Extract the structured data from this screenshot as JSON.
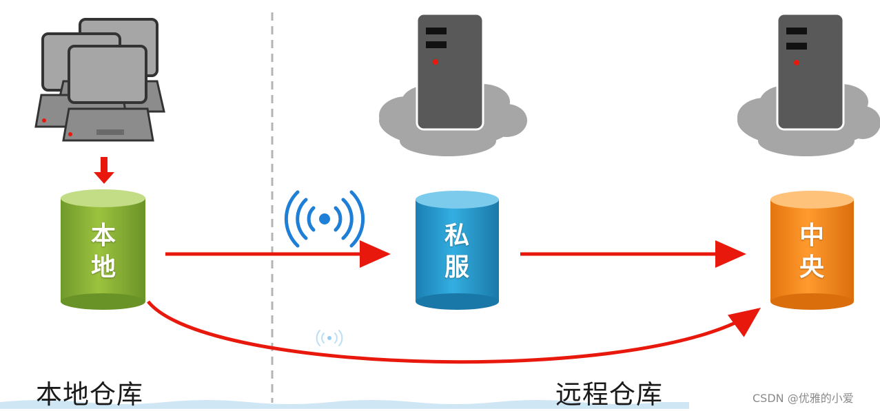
{
  "nodes": {
    "local": {
      "line1": "本",
      "line2": "地",
      "color": "#8db33a"
    },
    "private": {
      "line1": "私",
      "line2": "服",
      "color": "#2a9fd0"
    },
    "central": {
      "line1": "中",
      "line2": "央",
      "color": "#f28a1e"
    }
  },
  "sections": {
    "left": "本地仓库",
    "right": "远程仓库"
  },
  "watermark": "CSDN @优雅的小爱",
  "colors": {
    "arrow": "#e8180c",
    "divider": "#b4b4b4",
    "computer": "#a6a6a6",
    "server": "#595959",
    "cloud": "#a6a6a6",
    "wifi": "#1f7fd6"
  },
  "icons": [
    "computer-icon",
    "server-icon",
    "cloud-icon",
    "wifi-signal-icon"
  ]
}
